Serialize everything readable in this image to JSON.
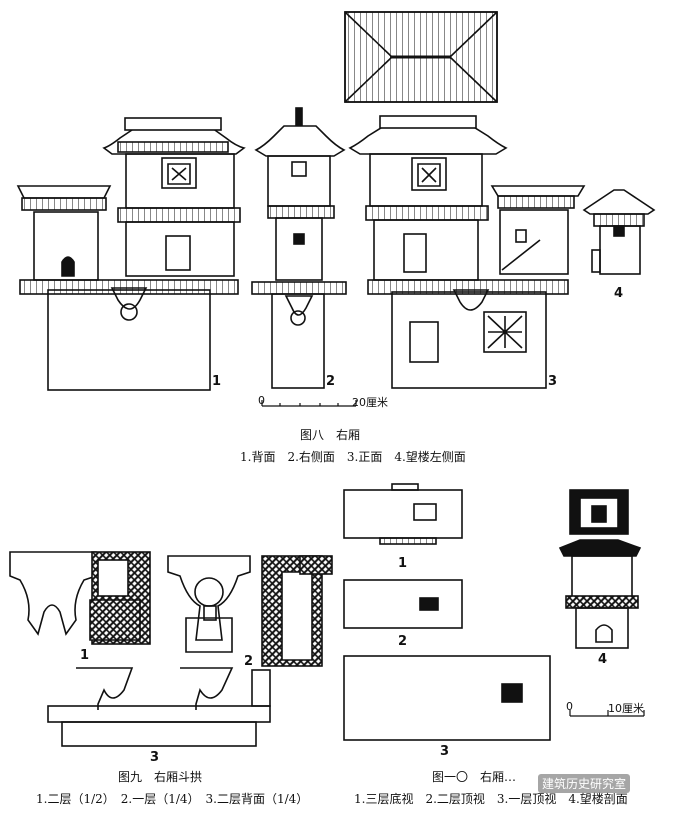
{
  "fig8": {
    "title": "图八　右厢",
    "caption": "1.背面　2.右侧面　3.正面　4.望楼左侧面",
    "panel_numbers": [
      "1",
      "2",
      "3",
      "4"
    ],
    "scale_zero": "0",
    "scale_label": "20厘米"
  },
  "fig9": {
    "title": "图九　右厢斗拱",
    "caption": "1.二层（1/2）　2.一层（1/4）　3.二层背面（1/4）",
    "panel_numbers": [
      "1",
      "2",
      "3"
    ]
  },
  "fig10": {
    "title": "图一〇　右厢…",
    "caption": "1.三层底视　2.二层顶视　3.一层顶视　4.望楼剖面",
    "panel_numbers": [
      "1",
      "2",
      "3",
      "4"
    ],
    "scale_zero": "0",
    "scale_label": "10厘米"
  },
  "watermark": "建筑历史研究室"
}
